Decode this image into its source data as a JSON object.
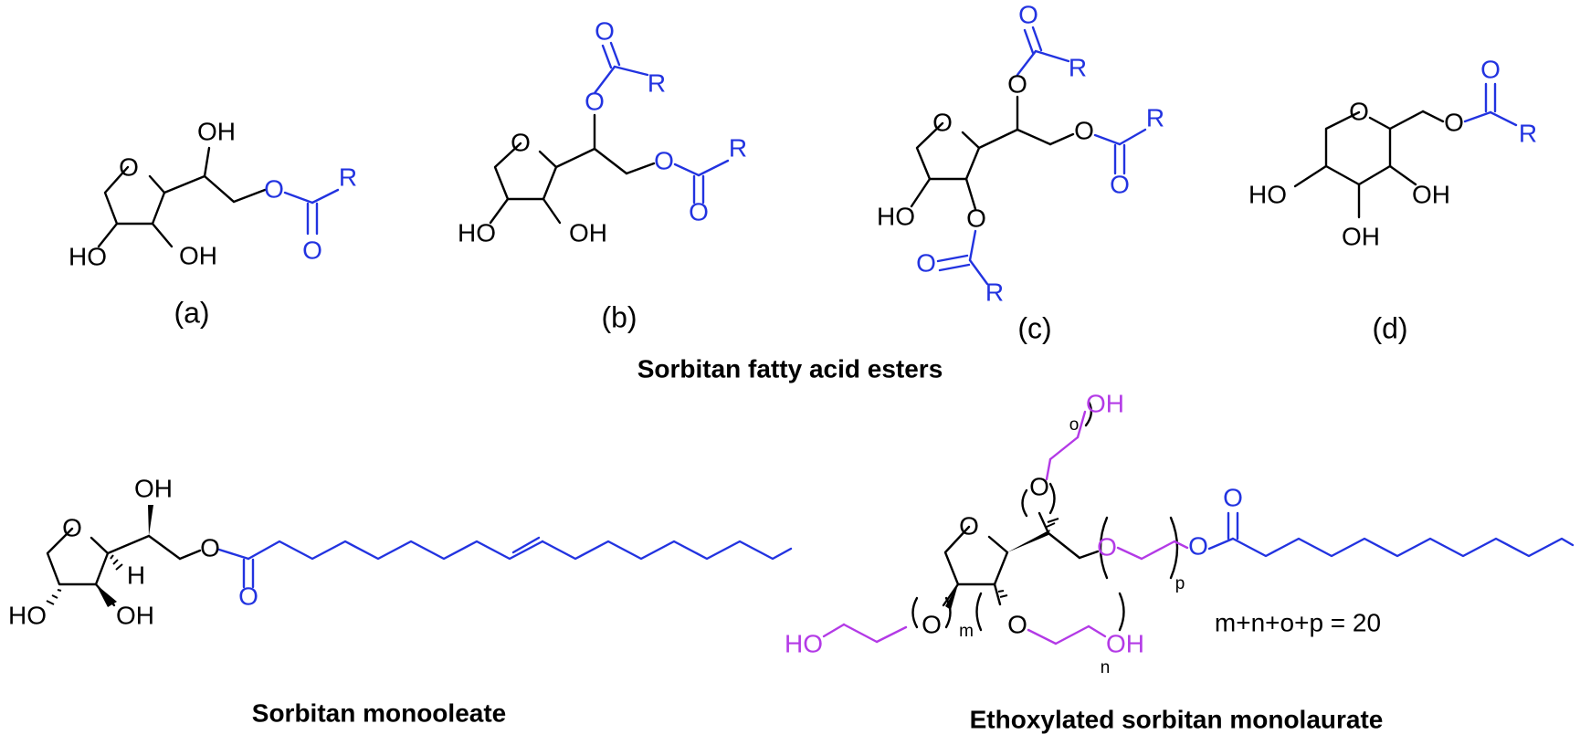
{
  "colors": {
    "core": "#000000",
    "acyl": "#2233e0",
    "ethoxy": "#b33ae6"
  },
  "structures": {
    "a": {
      "label": "(a)",
      "oh_top": "OH",
      "ho_left": "HO",
      "oh_right": "OH",
      "ring_o": "O",
      "ester_o": "O",
      "carbonyl_o": "O",
      "r": "R"
    },
    "b": {
      "label": "(b)",
      "ho_left": "HO",
      "oh_right": "OH",
      "ring_o": "O",
      "ester1_o": "O",
      "carbonyl1_o": "O",
      "r1": "R",
      "ester2_o": "O",
      "carbonyl2_o": "O",
      "r2": "R"
    },
    "c": {
      "label": "(c)",
      "ho_left": "HO",
      "ring_o": "O",
      "ester1_o": "O",
      "carbonyl1_o": "O",
      "r1": "R",
      "ester2_o": "O",
      "carbonyl2_o": "O",
      "r2": "R",
      "ester3_o": "O",
      "carbonyl3_o": "O",
      "r3": "R"
    },
    "d": {
      "label": "(d)",
      "ho_left": "HO",
      "oh_right": "OH",
      "oh_bottom": "OH",
      "ring_o": "O",
      "ester_o": "O",
      "carbonyl_o": "O",
      "r": "R"
    }
  },
  "group_title": "Sorbitan fatty acid esters",
  "monooleate": {
    "title": "Sorbitan monooleate",
    "oh_top": "OH",
    "h": "H",
    "ho_left": "HO",
    "oh_right": "OH",
    "ring_o": "O",
    "ester_o": "O",
    "carbonyl_o": "O"
  },
  "monolaurate": {
    "title": "Ethoxylated sorbitan monolaurate",
    "equation": "m+n+o+p = 20",
    "ring_o": "O",
    "oh_top": "OH",
    "sub_o": "o",
    "o_top": "O",
    "o_p": "O",
    "sub_p": "p",
    "o_ester": "O",
    "carbonyl_o": "O",
    "ho_left": "HO",
    "o_m": "O",
    "sub_m": "m",
    "o_n": "O",
    "oh_n": "OH",
    "sub_n": "n"
  }
}
